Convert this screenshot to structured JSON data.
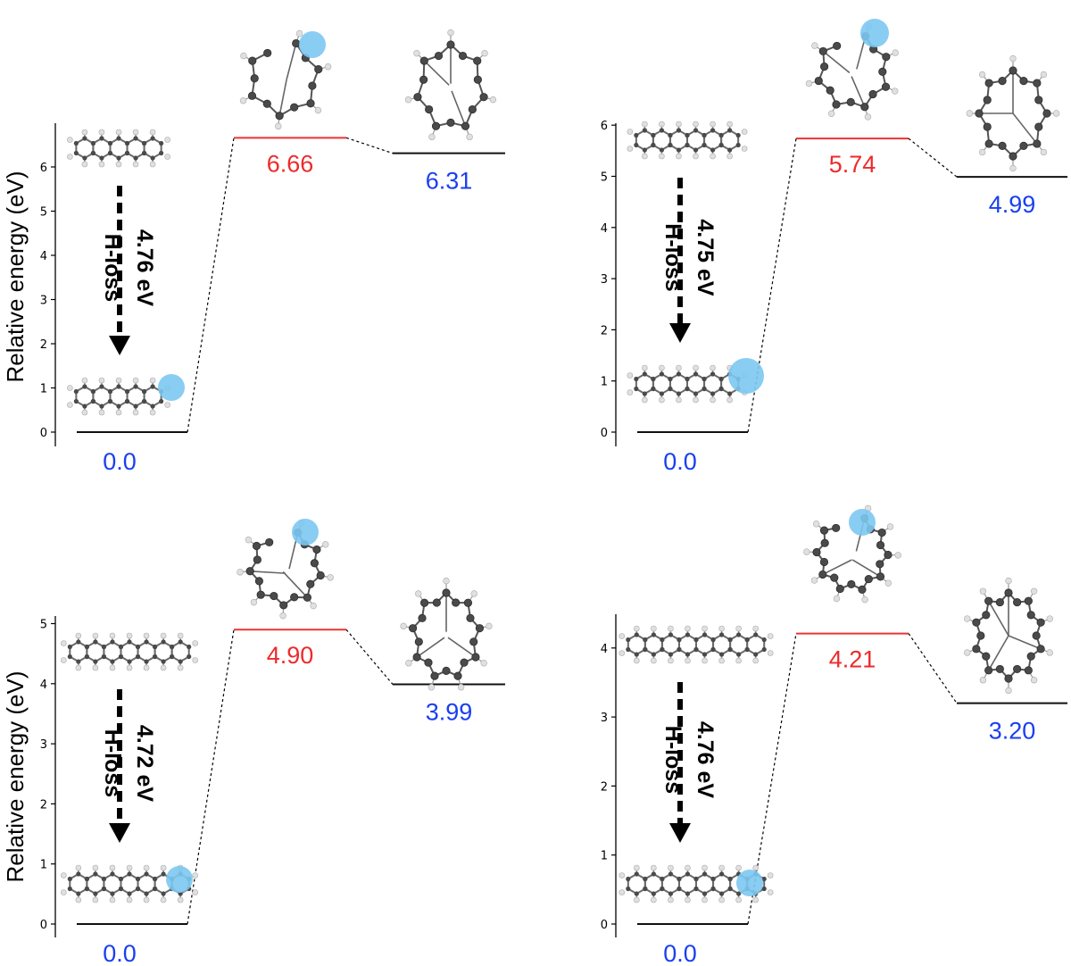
{
  "y_axis_label": "Relative energy (eV)",
  "colors": {
    "reactant_label": "#1a3ff0",
    "ts_label": "#ee2a2a",
    "ts_line": "#ee3333",
    "product_label": "#1a3ff0",
    "level_line": "#111111",
    "highlight": "#7cc8f2",
    "carbon": "#4a4a4a",
    "hydrogen": "#e0e0e0"
  },
  "chart_data": [
    {
      "type": "energy_profile",
      "ylim": [
        0,
        6.85
      ],
      "yticks": [
        0,
        1,
        2,
        3,
        4,
        5,
        6
      ],
      "ylabel": "Relative energy (eV)",
      "arrow_label_1": "H-loss",
      "arrow_label_2": "4.76 eV",
      "levels": [
        {
          "label": "0.0",
          "value": 0.0,
          "role": "reactant"
        },
        {
          "label": "6.66",
          "value": 6.66,
          "role": "ts"
        },
        {
          "label": "6.31",
          "value": 6.31,
          "role": "product"
        }
      ],
      "upper_rings": 5,
      "lower_rings": 5
    },
    {
      "type": "energy_profile",
      "ylim": [
        0,
        6.0
      ],
      "yticks": [
        0,
        1,
        2,
        3,
        4,
        5,
        6
      ],
      "ylabel": "",
      "arrow_label_1": "H-loss",
      "arrow_label_2": "4.75 eV",
      "levels": [
        {
          "label": "0.0",
          "value": 0.0,
          "role": "reactant"
        },
        {
          "label": "5.74",
          "value": 5.74,
          "role": "ts"
        },
        {
          "label": "4.99",
          "value": 4.99,
          "role": "product"
        }
      ],
      "upper_rings": 6,
      "lower_rings": 6
    },
    {
      "type": "energy_profile",
      "ylim": [
        0,
        5.0
      ],
      "yticks": [
        0,
        1,
        2,
        3,
        4,
        5
      ],
      "ylabel": "Relative energy (eV)",
      "arrow_label_1": "H-loss",
      "arrow_label_2": "4.72 eV",
      "levels": [
        {
          "label": "0.0",
          "value": 0.0,
          "role": "reactant"
        },
        {
          "label": "4.90",
          "value": 4.9,
          "role": "ts"
        },
        {
          "label": "3.99",
          "value": 3.99,
          "role": "product"
        }
      ],
      "upper_rings": 7,
      "lower_rings": 7
    },
    {
      "type": "energy_profile",
      "ylim": [
        0,
        4.33
      ],
      "yticks": [
        0,
        1,
        2,
        3,
        4
      ],
      "ylabel": "",
      "arrow_label_1": "H-loss",
      "arrow_label_2": "4.76 eV",
      "levels": [
        {
          "label": "0.0",
          "value": 0.0,
          "role": "reactant"
        },
        {
          "label": "4.21",
          "value": 4.21,
          "role": "ts"
        },
        {
          "label": "3.20",
          "value": 3.2,
          "role": "product"
        }
      ],
      "upper_rings": 8,
      "lower_rings": 8
    }
  ]
}
